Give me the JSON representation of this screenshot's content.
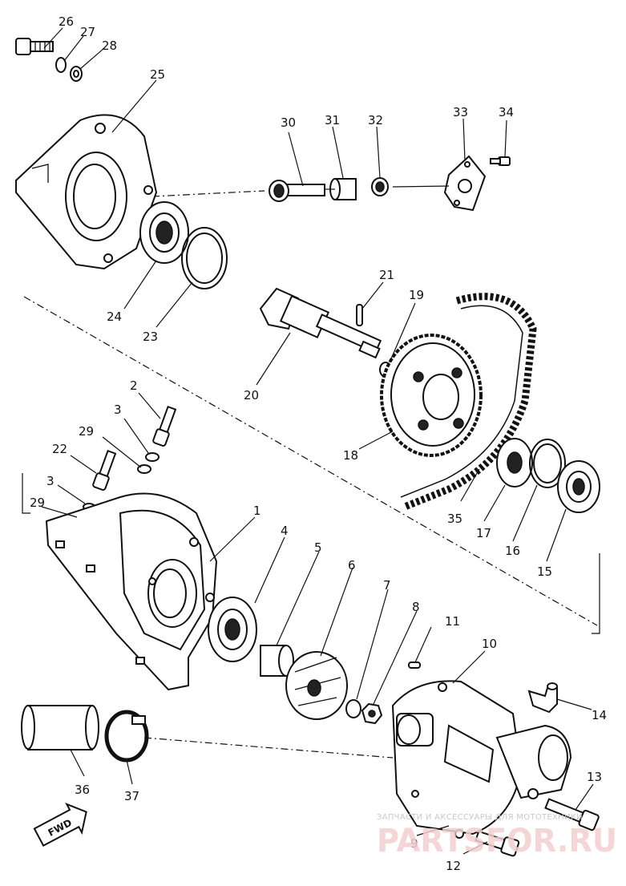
{
  "callouts": [
    "1",
    "2",
    "3",
    "4",
    "5",
    "6",
    "7",
    "8",
    "9",
    "10",
    "11",
    "12",
    "13",
    "14",
    "15",
    "16",
    "17",
    "18",
    "19",
    "20",
    "21",
    "22",
    "23",
    "24",
    "25",
    "26",
    "27",
    "28",
    "29",
    "30",
    "31",
    "32",
    "33",
    "34",
    "35",
    "36",
    "37"
  ],
  "extra_callouts": {
    "three_b": "3",
    "twentynine_b": "29"
  },
  "fwd_label": "FWD",
  "watermark": {
    "tagline": "ЗАПЧАСТИ И АКСЕССУАРЫ ДЛЯ МОТОТЕХНИКИ",
    "logo": "PARTSFOR.RU"
  },
  "colors": {
    "ink": "#111111",
    "watermark": "#e8a8a8"
  }
}
